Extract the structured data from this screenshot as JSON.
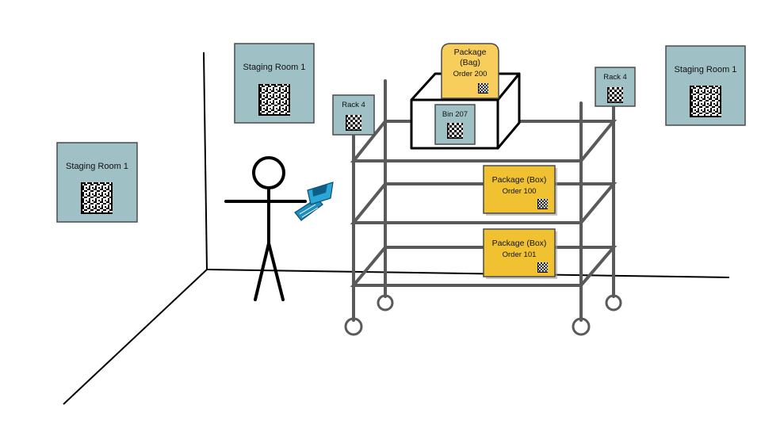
{
  "colors": {
    "sign_fill": "#9fc1c6",
    "sign_stroke": "#4a4a4a",
    "box_fill": "#f0c232",
    "bag_fill": "#f7ce5b",
    "rack_stroke": "#5a5a5a",
    "scanner_fill": "#1f8fbf",
    "line": "#000000"
  },
  "icons": {
    "scanner": "barcode-scanner-icon",
    "code": "datamatrix-code-icon",
    "person": "stick-figure-icon"
  },
  "signs": {
    "staging_left": "Staging Room 1",
    "staging_middle": "Staging Room 1",
    "staging_right": "Staging Room 1",
    "rack_left": "Rack 4",
    "rack_right": "Rack 4"
  },
  "bin": {
    "label": "Bin 207"
  },
  "bag": {
    "line1": "Package",
    "line2": "(Bag)",
    "line3": "Order 200"
  },
  "box_top": {
    "line1": "Package (Box)",
    "line2": "Order 100"
  },
  "box_bottom": {
    "line1": "Package (Box)",
    "line2": "Order 101"
  }
}
